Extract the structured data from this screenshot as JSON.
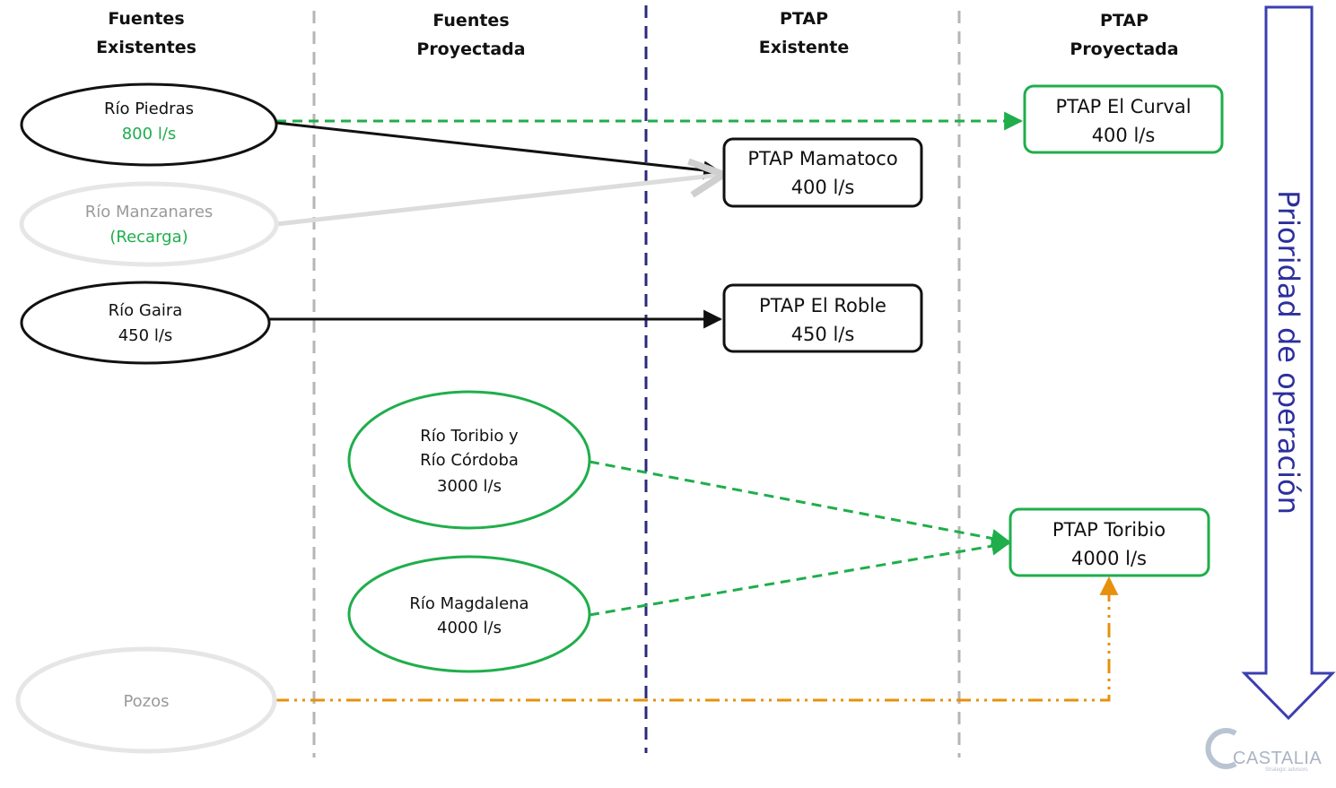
{
  "headers": {
    "fuentes_existentes": [
      "Fuentes",
      "Existentes"
    ],
    "fuentes_proyectada": [
      "Fuentes",
      "Proyectada"
    ],
    "ptap_existente": [
      "PTAP",
      "Existente"
    ],
    "ptap_proyectada": [
      "PTAP",
      "Proyectada"
    ]
  },
  "sources": {
    "rio_piedras": {
      "name": "Río Piedras",
      "flow": "800 l/s"
    },
    "rio_manzanares": {
      "name": "Río Manzanares",
      "note": "(Recarga)"
    },
    "rio_gaira": {
      "name": "Río Gaira",
      "flow": "450 l/s"
    },
    "rio_toribio_cordoba": {
      "line1": "Río Toribio y",
      "line2": "Río Córdoba",
      "flow": "3000 l/s"
    },
    "rio_magdalena": {
      "name": "Río Magdalena",
      "flow": "4000 l/s"
    },
    "pozos": {
      "name": "Pozos"
    }
  },
  "plants": {
    "el_curval": {
      "name": "PTAP El Curval",
      "flow": "400 l/s"
    },
    "mamatoco": {
      "name": "PTAP Mamatoco",
      "flow": "400 l/s"
    },
    "el_roble": {
      "name": "PTAP El Roble",
      "flow": "450 l/s"
    },
    "toribio": {
      "name": "PTAP Toribio",
      "flow": "4000 l/s"
    }
  },
  "priority_label": "Prioridad de operación",
  "logo": {
    "text": "CASTALIA",
    "subtext": "Strategic advisors"
  },
  "colors": {
    "existing": "#111111",
    "projected": "#1fae4b",
    "inactive": "#d9d9d9",
    "wells_line": "#e8900c",
    "priority_arrow": "#3b3fb0",
    "divider": "#b5b5b5",
    "divider_main": "#2a2a7a"
  }
}
